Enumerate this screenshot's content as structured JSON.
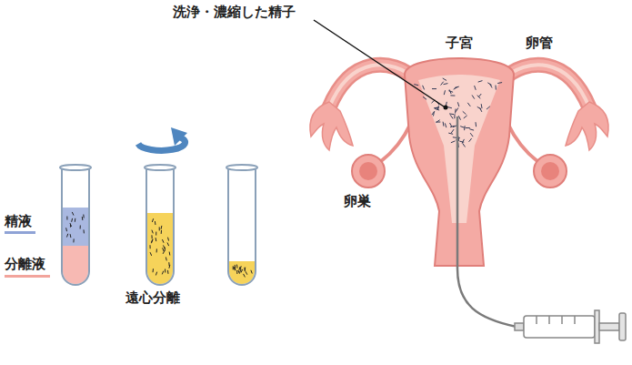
{
  "diagram": {
    "labels": [
      "洗浄・濃縮した精子",
      "子宮",
      "卵管",
      "卵巣",
      "精液",
      "分離液",
      "遠心分離"
    ]
  }
}
